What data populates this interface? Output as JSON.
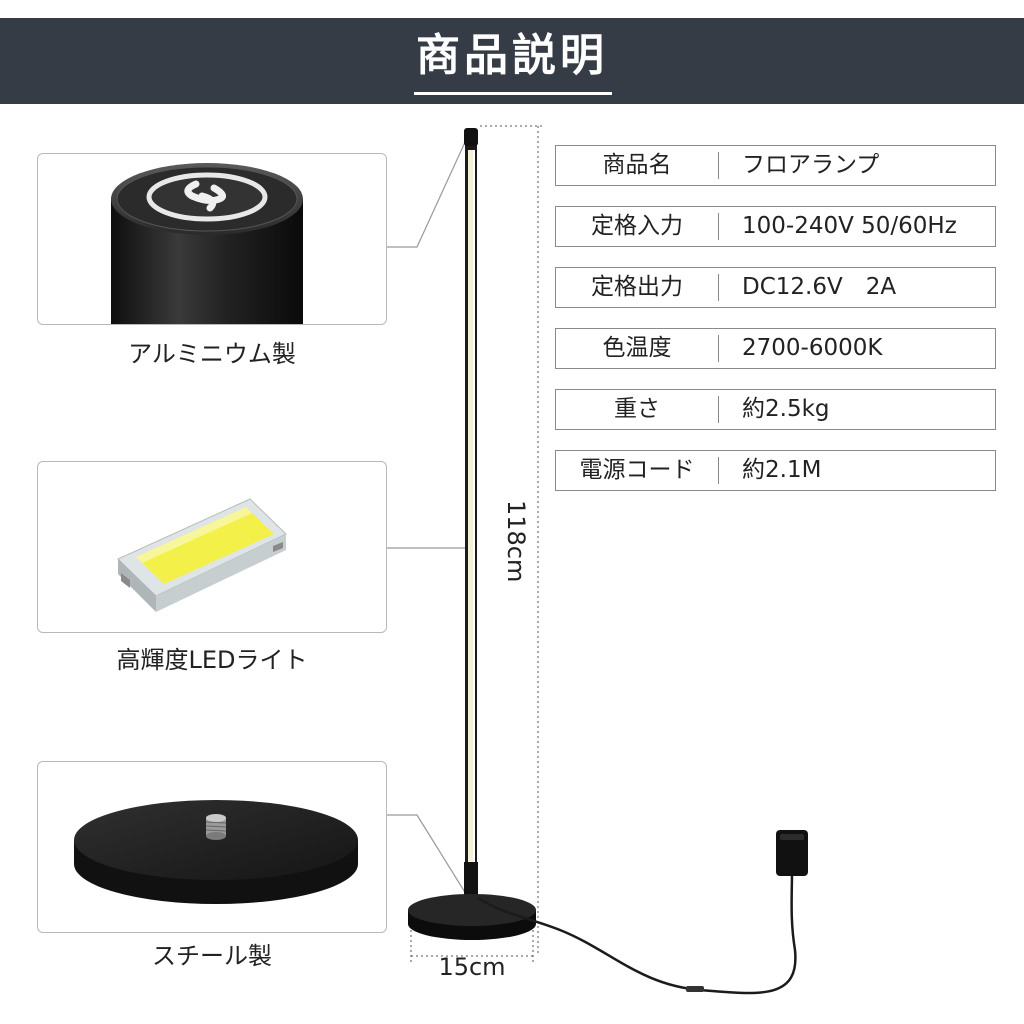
{
  "header": {
    "title": "商品説明"
  },
  "features": [
    {
      "caption": "アルミニウム製"
    },
    {
      "caption": "高輝度LEDライト"
    },
    {
      "caption": "スチール製"
    }
  ],
  "specs": [
    {
      "label": "商品名",
      "value": "フロアランプ"
    },
    {
      "label": "定格入力",
      "value": "100-240V 50/60Hz"
    },
    {
      "label": "定格出力",
      "value": "DC12.6V　2A"
    },
    {
      "label": "色温度",
      "value": "2700-6000K"
    },
    {
      "label": "重さ",
      "value": "約2.5kg"
    },
    {
      "label": "電源コード",
      "value": "約2.1M"
    }
  ],
  "dimensions": {
    "height": "118cm",
    "width": "15cm"
  },
  "colors": {
    "banner": "#353c46",
    "led": "#f3f04a",
    "metal": "#1c1c1c",
    "border": "#b9b9b9"
  }
}
